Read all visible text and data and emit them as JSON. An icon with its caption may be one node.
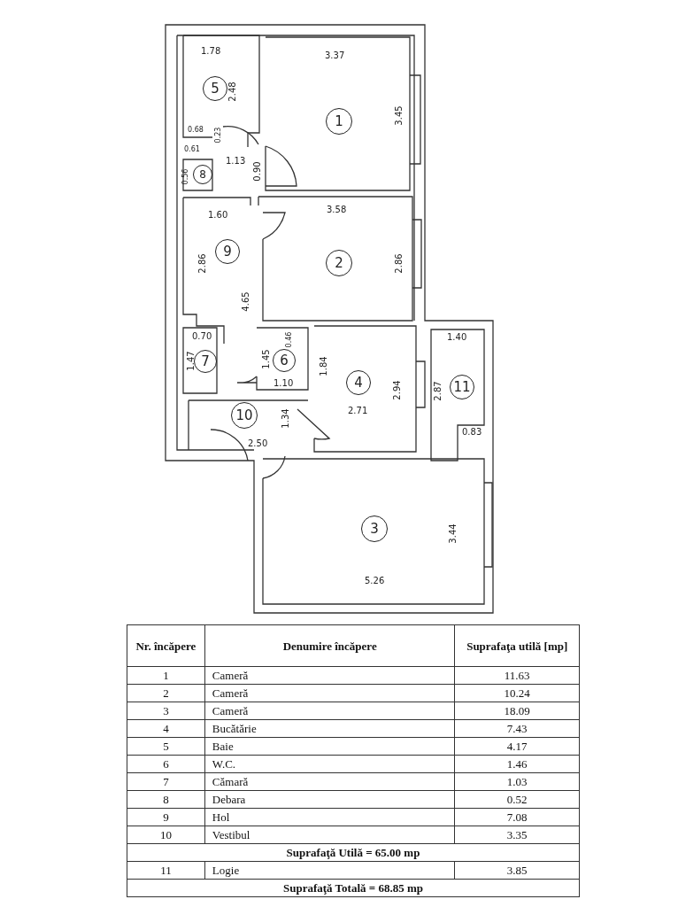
{
  "diagram": {
    "nodes": [
      {
        "text": [
          "1"
        ]
      },
      {
        "text": [
          "2"
        ]
      },
      {
        "text": [
          "3"
        ]
      },
      {
        "text": [
          "4"
        ]
      },
      {
        "text": [
          "5"
        ]
      },
      {
        "text": [
          "6"
        ]
      },
      {
        "text": [
          "7"
        ]
      },
      {
        "text": [
          "8"
        ]
      },
      {
        "text": [
          "9"
        ]
      },
      {
        "text": [
          "10"
        ]
      },
      {
        "text": [
          "11"
        ]
      }
    ],
    "edges": [],
    "labels": [
      "1.78",
      "3.37",
      "2.48",
      "3.45",
      "0.68",
      "0.23",
      "0.61",
      "1.13",
      "0.56",
      "0.90",
      "3.58",
      "1.60",
      "2.86",
      "2.86",
      "4.65",
      "0.70",
      "1.40",
      "0.46",
      "1.47",
      "1.45",
      "1.84",
      "1.10",
      "2.94",
      "2.87",
      "2.71",
      "1.34",
      "0.83",
      "2.50",
      "3.44",
      "5.26",
      "Nr. încăpere",
      "Denumire încăpere",
      "Suprafaţa utilă [mp]",
      "1",
      "Cameră",
      "11.63",
      "2",
      "Cameră",
      "10.24",
      "3",
      "Cameră",
      "18.09",
      "4",
      "Bucătărie",
      "7.43",
      "5",
      "Baie",
      "4.17",
      "6",
      "W.C.",
      "1.46",
      "7",
      "Cămară",
      "1.03",
      "8",
      "Debara",
      "0.52",
      "9",
      "Hol",
      "7.08",
      "10",
      "Vestibul",
      "3.35",
      "Suprafaţă Utilă = 65.00 mp",
      "11",
      "Logie",
      "3.85",
      "Suprafaţă Totală = 68.85 mp"
    ]
  }
}
